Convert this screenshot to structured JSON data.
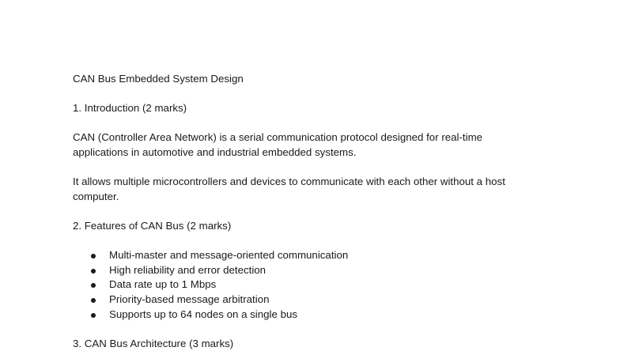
{
  "document": {
    "title": "CAN Bus Embedded System Design",
    "sections": [
      {
        "heading": "1. Introduction (2 marks)",
        "paragraphs": [
          {
            "lines": [
              "CAN (Controller Area Network) is a serial communication protocol designed for real-time",
              "applications in automotive and industrial embedded systems."
            ]
          },
          {
            "lines": [
              "It allows multiple microcontrollers and devices to communicate with each other without a host",
              "computer."
            ]
          }
        ]
      },
      {
        "heading": "2. Features of CAN Bus (2 marks)",
        "bullets": [
          "Multi-master and message-oriented communication",
          "High reliability and error detection",
          "Data rate up to 1 Mbps",
          "Priority-based message arbitration",
          "Supports up to 64 nodes on a single bus"
        ]
      },
      {
        "heading": "3. CAN Bus Architecture (3 marks)"
      }
    ]
  }
}
